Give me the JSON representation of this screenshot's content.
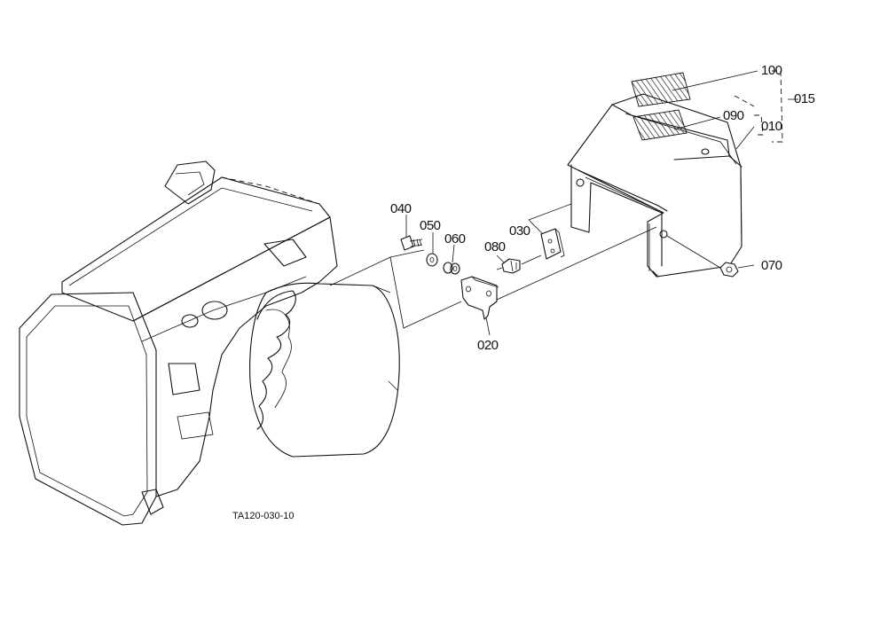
{
  "diagram": {
    "part_labels": {
      "p100": "100",
      "p090": "090",
      "p010": "010",
      "p015": "015",
      "p040": "040",
      "p050": "050",
      "p060": "060",
      "p080": "080",
      "p030": "030",
      "p070": "070",
      "p020": "020"
    },
    "reference_code": "TA120-030-10"
  }
}
